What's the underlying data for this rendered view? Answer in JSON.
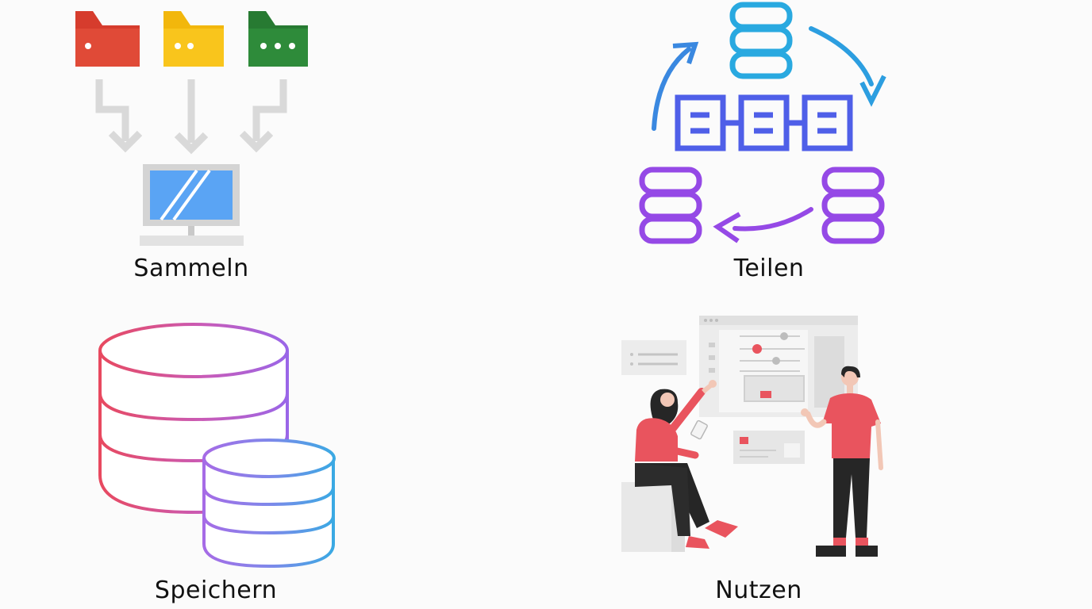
{
  "labels": {
    "collect": "Sammeln",
    "share": "Teilen",
    "store": "Speichern",
    "use": "Nutzen"
  },
  "colors": {
    "folder_red": "#d63c2d",
    "folder_yellow": "#f7c114",
    "folder_green": "#2e8b3a",
    "arrow_gray": "#d9d9d9",
    "monitor_screen": "#5aa4f4",
    "monitor_frame": "#d4d4d4",
    "share_cyan": "#29a9e0",
    "share_blue": "#4f69e6",
    "share_purple": "#9549e6",
    "store_red": "#e8495f",
    "store_violet": "#9a66e8",
    "store_cyan": "#3aa9e3",
    "illustration_red": "#e9545e",
    "illustration_dark": "#262626"
  }
}
